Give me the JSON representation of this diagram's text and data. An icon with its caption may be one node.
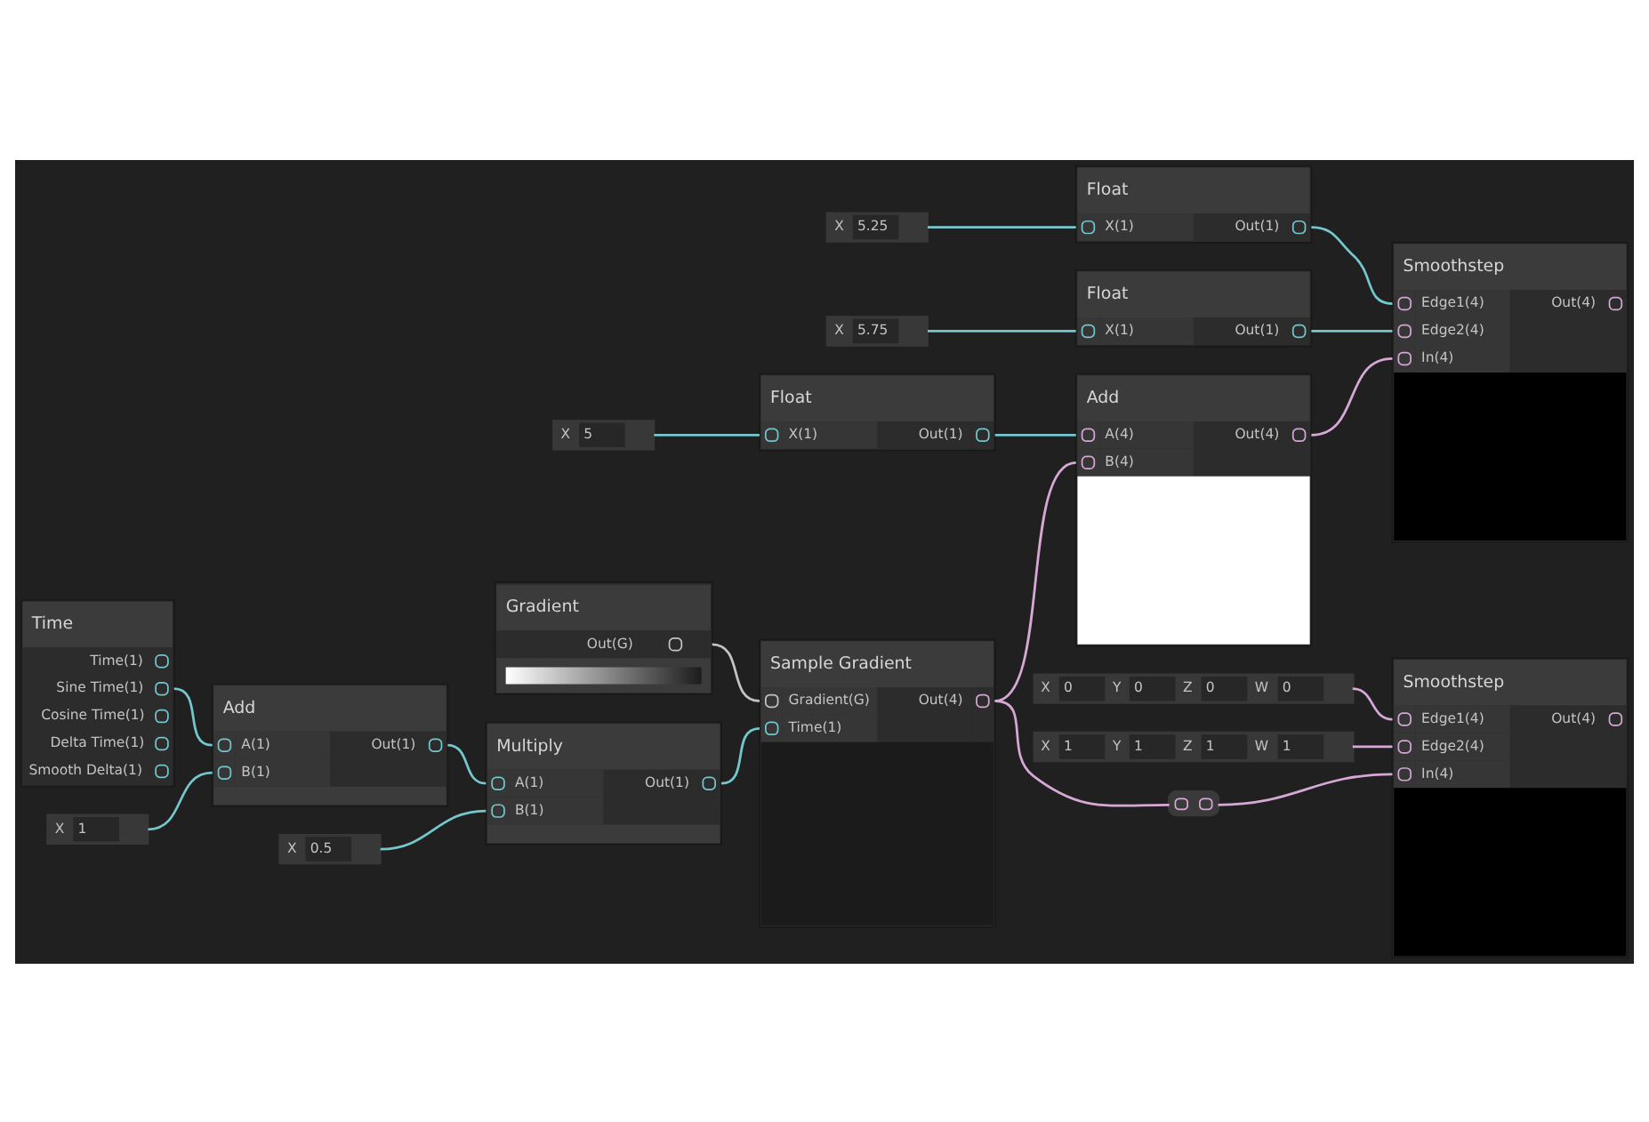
{
  "diagram": {
    "nodes": [
      {
        "text": [
          "X",
          "5.25"
        ]
      },
      {
        "text": [
          "Float",
          "X(1)",
          "Out(1)"
        ]
      },
      {
        "text": [
          "X",
          "5.75"
        ]
      },
      {
        "text": [
          "Float",
          "X(1)",
          "Out(1)"
        ]
      },
      {
        "text": [
          "Smoothstep",
          "Edge1(4)",
          "Edge2(4)",
          "In(4)",
          "Out(4)"
        ]
      },
      {
        "text": [
          "Gradient",
          "Out(G)"
        ]
      },
      {
        "text": [
          "X",
          "5"
        ]
      },
      {
        "text": [
          "Float",
          "X(1)",
          "Out(1)"
        ]
      },
      {
        "text": [
          "Sample Gradient",
          "Gradient(G)",
          "Time(1)",
          "Out(4)"
        ]
      },
      {
        "text": [
          "Add",
          "A(4)",
          "B(4)",
          "Out(4)"
        ]
      },
      {
        "text": [
          "Time",
          "Time(1)",
          "Sine Time(1)",
          "Cosine Time(1)",
          "Delta Time(1)",
          "Smooth Delta(1)"
        ]
      },
      {
        "text": [
          "Multiply",
          "A(1)",
          "B(1)",
          "Out(1)"
        ]
      },
      {
        "text": [
          "X",
          "0.5"
        ]
      },
      {
        "text": [
          "Add",
          "A(1)",
          "B(1)",
          "Out(1)"
        ]
      },
      {
        "text": [
          "X",
          "1"
        ]
      },
      {
        "text": [
          "Smoothstep",
          "Edge1(4)",
          "Edge2(4)",
          "In(4)",
          "Out(4)"
        ]
      },
      {
        "text": [
          "X",
          "0",
          "Y",
          "0",
          "Z",
          "0",
          "W",
          "0"
        ]
      },
      {
        "text": [
          "X",
          "1",
          "Y",
          "1",
          "Z",
          "1",
          "W",
          "1"
        ]
      },
      {
        "text": [],
        "shape": "box"
      }
    ],
    "edges": [
      {
        "from": 0,
        "to": 1,
        "arrow": "none"
      },
      {
        "from": 2,
        "to": 3,
        "arrow": "none"
      },
      {
        "from": 1,
        "to": 4,
        "arrow": "none"
      },
      {
        "from": 3,
        "to": 4,
        "arrow": "none"
      },
      {
        "from": 5,
        "to": 8,
        "arrow": "none",
        "color": "#c4c4c4"
      },
      {
        "from": 6,
        "to": 7,
        "arrow": "none"
      },
      {
        "from": 7,
        "to": 9,
        "arrow": "none"
      },
      {
        "from": 8,
        "to": 9,
        "arrow": "none",
        "color": "#d6a8d6"
      },
      {
        "from": 8,
        "to": 18,
        "arrow": "none",
        "color": "#d6a8d6"
      },
      {
        "from": 9,
        "to": 4,
        "arrow": "none",
        "color": "#d6a8d6"
      },
      {
        "from": 10,
        "to": 13,
        "arrow": "none"
      },
      {
        "from": 14,
        "to": 13,
        "arrow": "none"
      },
      {
        "from": 13,
        "to": 11,
        "arrow": "none"
      },
      {
        "from": 12,
        "to": 11,
        "arrow": "none"
      },
      {
        "from": 11,
        "to": 8,
        "arrow": "none"
      },
      {
        "from": 16,
        "to": 15,
        "arrow": "none",
        "color": "#d6a8d6"
      },
      {
        "from": 17,
        "to": 15,
        "arrow": "none",
        "color": "#d6a8d6"
      },
      {
        "from": 18,
        "to": 15,
        "arrow": "none",
        "color": "#d6a8d6"
      }
    ]
  }
}
